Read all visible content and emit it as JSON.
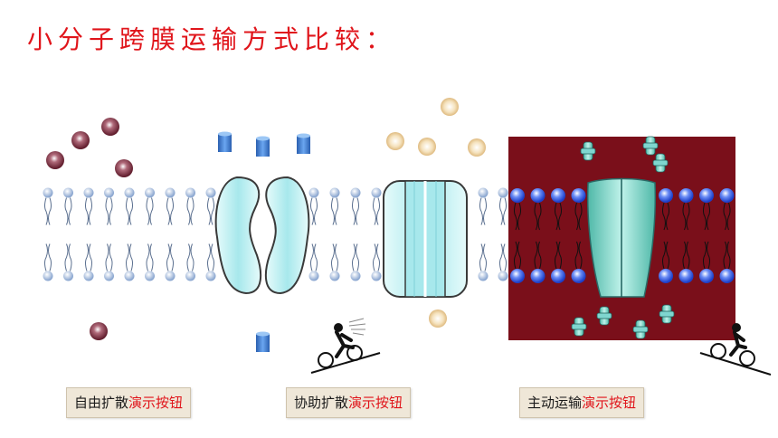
{
  "title": "小分子跨膜运输方式比较：",
  "buttons": [
    {
      "prefix": "自由扩散",
      "suffix": "演示按钮"
    },
    {
      "prefix": "协助扩散",
      "suffix": "演示按钮"
    },
    {
      "prefix": "主动运输",
      "suffix": "演示按钮"
    }
  ],
  "colors": {
    "title": "#e0151b",
    "button_accent": "#e0151b",
    "button_bg": "#efe7d8",
    "active_panel": "#7a0f1a",
    "membrane_head": "#a8bfe0",
    "channel_protein": "#bfeef0",
    "small_molecule": "#7a2a3a",
    "cylinder_molecule": "#3d7fd6",
    "carrier_molecule": "#f0d8a8"
  },
  "icons": [
    "cyclist-icon"
  ]
}
